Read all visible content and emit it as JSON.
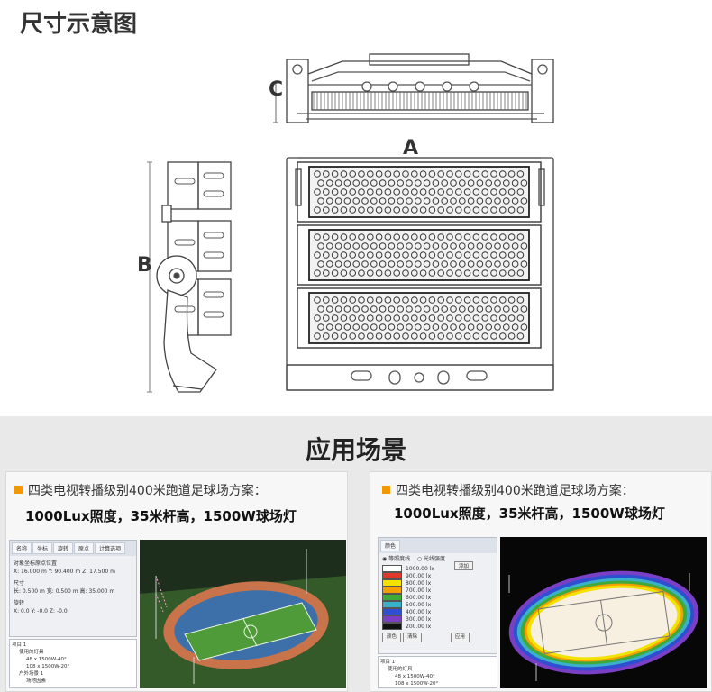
{
  "section_dimensions": {
    "title": "尺寸示意图",
    "label_a": "A",
    "label_b": "B",
    "label_c": "C"
  },
  "section_application": {
    "title": "应用场景"
  },
  "panels": [
    {
      "heading": "四类电视转播级别400米跑道足球场方案：",
      "subheading": "1000Lux照度，35米杆高，1500W球场灯",
      "software": {
        "tabs": [
          "名称",
          "坐标",
          "旋转",
          "原点",
          "计算选项"
        ],
        "lines": [
          "对象坐标原点位置",
          "X: 16.000  m  Y: 90.400  m  Z: 17.500  m",
          "尺寸",
          "长: 0.500  m  宽: 0.500  m  高: 35.000  m",
          "旋转",
          "X: 0.0   Y: -0.0   Z: -0.0"
        ],
        "tree": [
          "项目 1",
          "使用的灯具",
          "48 x 1500W-40°",
          "108 x 1500W-20°",
          "户外场景 1",
          "场地因素"
        ]
      }
    },
    {
      "heading": "四类电视转播级别400米跑道足球场方案：",
      "subheading": "1000Lux照度，35米杆高，1500W球场灯",
      "software": {
        "tab": "颜色",
        "radio_1": "等照度线",
        "radio_2": "光线强度",
        "legend": [
          {
            "value": "1000.00",
            "unit": "lx",
            "color": "#ffffff"
          },
          {
            "value": "900.00",
            "unit": "lx",
            "color": "#e0392b"
          },
          {
            "value": "800.00",
            "unit": "lx",
            "color": "#f2e200"
          },
          {
            "value": "700.00",
            "unit": "lx",
            "color": "#f4a100"
          },
          {
            "value": "600.00",
            "unit": "lx",
            "color": "#3faa3a"
          },
          {
            "value": "500.00",
            "unit": "lx",
            "color": "#3bb0c9"
          },
          {
            "value": "400.00",
            "unit": "lx",
            "color": "#2f4fd0"
          },
          {
            "value": "300.00",
            "unit": "lx",
            "color": "#7b3fc6"
          },
          {
            "value": "200.00",
            "unit": "lx",
            "color": "#111111"
          }
        ],
        "btn_add": "添加",
        "btn_color": "颜色",
        "btn_delete": "清除",
        "btn_apply": "应用",
        "tree": [
          "项目 1",
          "使用的灯具",
          "48 x 1500W-40°",
          "108 x 1500W-20°"
        ]
      }
    }
  ]
}
